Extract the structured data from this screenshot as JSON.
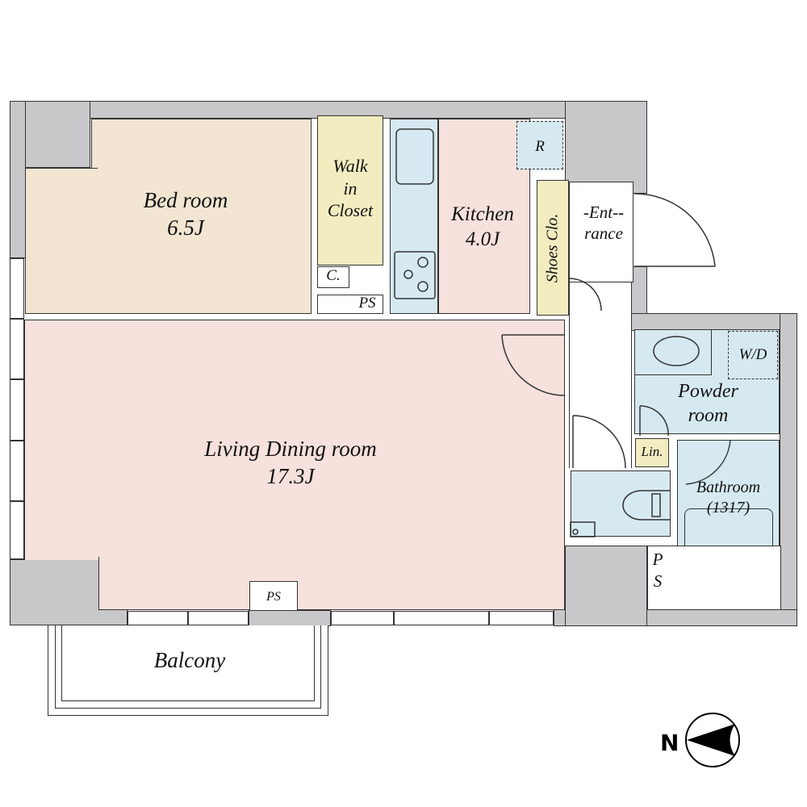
{
  "plan": {
    "colors": {
      "wall": "#c8c8ca",
      "bedroom": "#f2e5d2",
      "living": "#f6e1dc",
      "kitchen": "#f6e1dc",
      "closet": "#f2ecc0",
      "wet_area": "#d6e9f1",
      "outline": "#333333"
    },
    "rooms": {
      "bedroom": {
        "name": "Bed room",
        "size": "6.5J"
      },
      "walk_in_closet": {
        "line1": "Walk",
        "line2": "in",
        "line3": "Closet"
      },
      "closet_small": {
        "label": "C."
      },
      "ps_top": {
        "label": "PS"
      },
      "kitchen": {
        "name": "Kitchen",
        "size": "4.0J",
        "fridge": "R"
      },
      "shoes_closet": {
        "label": "Shoes Clo."
      },
      "entrance": {
        "line1": "-Ent--",
        "line2": "rance"
      },
      "living": {
        "name": "Living Dining room",
        "size": "17.3J"
      },
      "ps_bottom": {
        "label": "PS"
      },
      "powder_room": {
        "line1": "Powder",
        "line2": "room",
        "washer": "W/D"
      },
      "linen": {
        "label": "Lin."
      },
      "bathroom": {
        "name": "Bathroom",
        "size": "(1317)"
      },
      "ps_right": {
        "line1": "P",
        "line2": "S"
      },
      "balcony": {
        "label": "Balcony"
      }
    },
    "compass": {
      "letter": "N"
    }
  }
}
